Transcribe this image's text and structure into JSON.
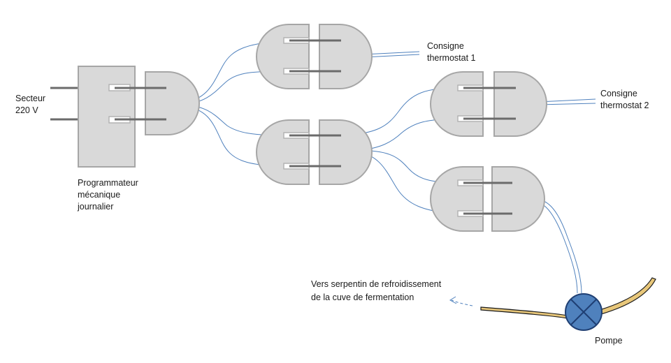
{
  "labels": {
    "secteur_line1": "Secteur",
    "secteur_line2": "220 V",
    "programmateur_line1": "Programmateur",
    "programmateur_line2": "mécanique",
    "programmateur_line3": "journalier",
    "consigne1_line1": "Consigne",
    "consigne1_line2": "thermostat 1",
    "consigne2_line1": "Consigne",
    "consigne2_line2": "thermostat 2",
    "vers_line1": "Vers serpentin de refroidissement",
    "vers_line2": "de la cuve de fermentation",
    "pompe": "Pompe"
  },
  "colors": {
    "box_fill": "#d9d9d9",
    "box_stroke": "#a6a6a6",
    "pin": "#6b6b6b",
    "wire": "#4f81bd",
    "pump_fill": "#4f81bd",
    "pump_stroke": "#1f3f73",
    "tube_fill": "#e8c77a",
    "tube_stroke": "#1a1a1a"
  }
}
